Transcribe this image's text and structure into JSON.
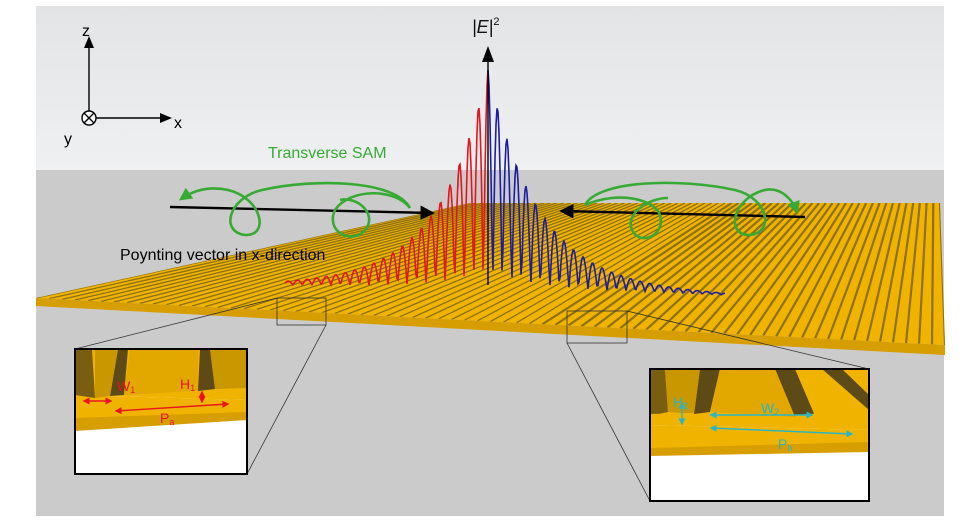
{
  "axes": {
    "z": "z",
    "x": "x",
    "y": "y"
  },
  "field_label": {
    "base": "|E|",
    "exponent": "2"
  },
  "transverse_sam_label": "Transverse SAM",
  "poynting_label": "Poynting vector in x-direction",
  "inset_left": {
    "w": "W",
    "w_sub": "1",
    "h": "H",
    "h_sub": "1",
    "p": "P",
    "p_sub": "a"
  },
  "inset_right": {
    "w": "W",
    "w_sub": "2",
    "h": "H",
    "h_sub": "2",
    "p": "P",
    "p_sub": "b"
  },
  "colors": {
    "gold": "#f0b400",
    "gold_dark": "#b98300",
    "groove": "#6e5a1e",
    "sky": "#e6e8ea",
    "floor": "#cbcbcb",
    "wave_left": "#e8141c",
    "wave_right": "#1c1ca8",
    "sam": "#39a935",
    "inset_left_label": "#e8141c",
    "inset_right_label": "#29b5c8"
  }
}
